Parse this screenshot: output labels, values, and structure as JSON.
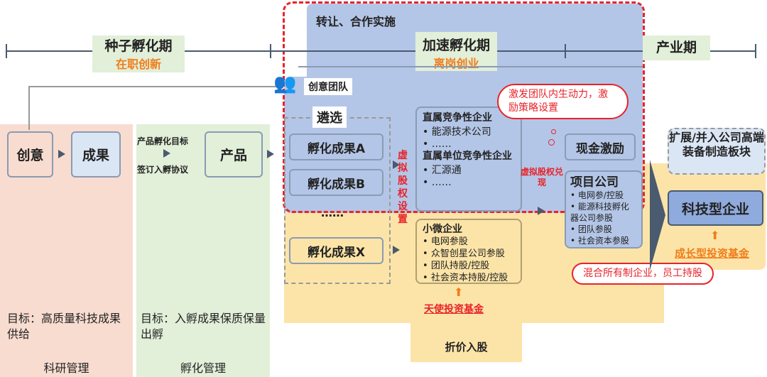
{
  "timeline": {
    "seed": {
      "title": "种子孵化期",
      "sub": "在职创新"
    },
    "accel": {
      "title": "加速孵化期",
      "sub": "离岗创业"
    },
    "industry": {
      "title": "产业期"
    }
  },
  "transfer": "转让、合作实施",
  "team": "创意团队",
  "left": {
    "idea": "创意",
    "result": "成果",
    "goal": "目标：高质量科技成果供给",
    "mgmt": "科研管理"
  },
  "mid": {
    "step1": "产品孵化目标",
    "step2": "签订入孵协议",
    "product": "产品",
    "goal": "目标：入孵成果保质保量出孵",
    "mgmt": "孵化管理"
  },
  "select": {
    "label": "遴选",
    "a": "孵化成果A",
    "b": "孵化成果B",
    "dots": "……",
    "x": "孵化成果X"
  },
  "virtual_setup": "虚拟股权设置",
  "direct": {
    "t1": "直属竞争性企业",
    "i1": "能源技术公司",
    "i2": "……",
    "t2": "直属单位竞争性企业",
    "i3": "汇源通",
    "i4": "……"
  },
  "small": {
    "title": "小微企业",
    "items": [
      "电网参股",
      "众智创星公司参股",
      "团队持股/控股",
      "社会资本持股/控股"
    ]
  },
  "angel": "天使投资基金",
  "discount": "折价入股",
  "cloud_top": "激发团队内生动力，激励策略设置",
  "cash": "现金激励",
  "virtual_cash": "虚拟股权兑现",
  "project": {
    "title": "项目公司",
    "items": [
      "电网参/控股",
      "能源科技孵化器公司参股",
      "团队参股",
      "社会资本参股"
    ]
  },
  "cloud_bottom": "混合所有制企业，员工持股",
  "expand": "扩展/并入公司高端装备制造板块",
  "tech": "科技型企业",
  "growth": "成长型投资基金"
}
